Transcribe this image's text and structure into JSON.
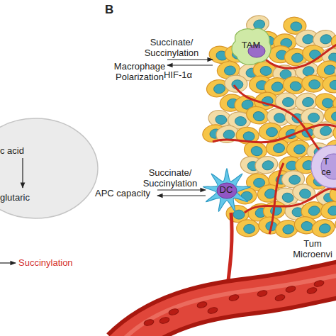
{
  "diagram": {
    "nodes": [
      {
        "text": [
          "c acid",
          "glutaric"
        ]
      },
      {
        "text": [
          "TAM"
        ]
      },
      {
        "text": [
          "T ce"
        ]
      },
      {
        "text": [
          "DC"
        ]
      }
    ],
    "labels": [
      "B",
      "Succinate/ Succinylation",
      "Macrophage Polarization",
      "HIF-1α",
      "Succinate/ Succinylation",
      "APC capacity",
      "Tum Microenvi",
      "Succinylation"
    ]
  }
}
